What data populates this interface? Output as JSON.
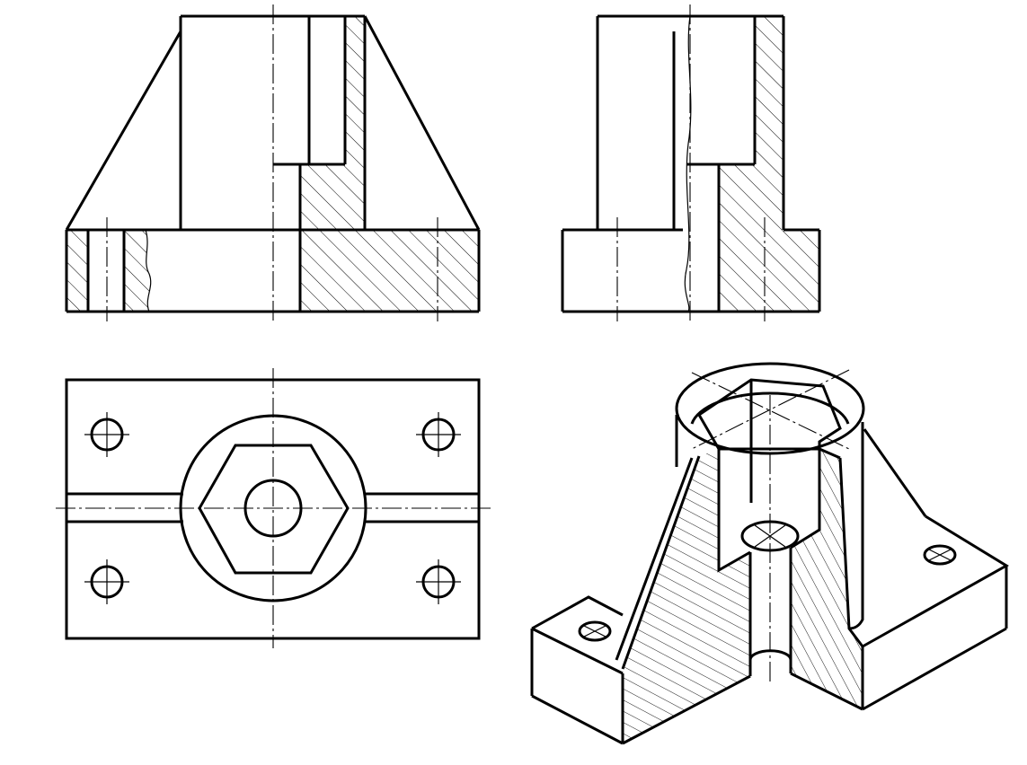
{
  "drawing": {
    "title": "",
    "views": [
      "front-half-section",
      "side-section",
      "top-view",
      "isometric-cutaway"
    ]
  },
  "colors": {
    "line": "#000000",
    "paper": "#ffffff"
  }
}
